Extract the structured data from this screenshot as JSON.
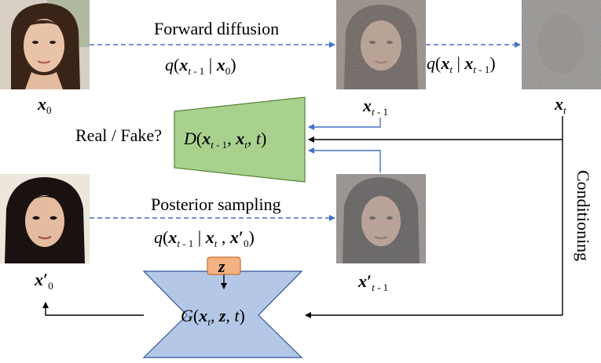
{
  "labels": {
    "forward_diffusion": "Forward diffusion",
    "posterior_sampling": "Posterior sampling",
    "real_fake": "Real / Fake?",
    "conditioning": "Conditioning"
  },
  "variables": {
    "x0": {
      "base": "x",
      "sub": "0"
    },
    "xt1": {
      "base": "x",
      "sub": "t - 1"
    },
    "xt": {
      "base": "x",
      "sub": "t"
    },
    "x0p": {
      "base": "x",
      "prime": "′",
      "sub": "0"
    },
    "xt1p": {
      "base": "x",
      "prime": "′",
      "sub": "t - 1"
    },
    "z": "z"
  },
  "formulas": {
    "q_forward": "q(x_{t-1} | x_0)",
    "q_step": "q(x_t | x_{t-1})",
    "q_posterior": "q(x_{t-1} | x_t , x'_0)",
    "discriminator": "D(x_{t-1}, x_t, t)",
    "generator": "G(x_t, z, t)"
  },
  "colors": {
    "discriminator_fill": "#a9d18e",
    "generator_fill": "#b4c7e7",
    "z_fill": "#f4b183",
    "dashed_arrow": "#4472c4",
    "solid_arrow": "#000000",
    "blue_arrow": "#4472c4"
  },
  "images": [
    {
      "name": "face-x0",
      "desc": "clean face"
    },
    {
      "name": "face-xt1",
      "desc": "noisy face"
    },
    {
      "name": "face-xt",
      "desc": "pure noise"
    },
    {
      "name": "face-x0p",
      "desc": "generated face"
    },
    {
      "name": "face-xt1p",
      "desc": "noisy generated face"
    }
  ]
}
